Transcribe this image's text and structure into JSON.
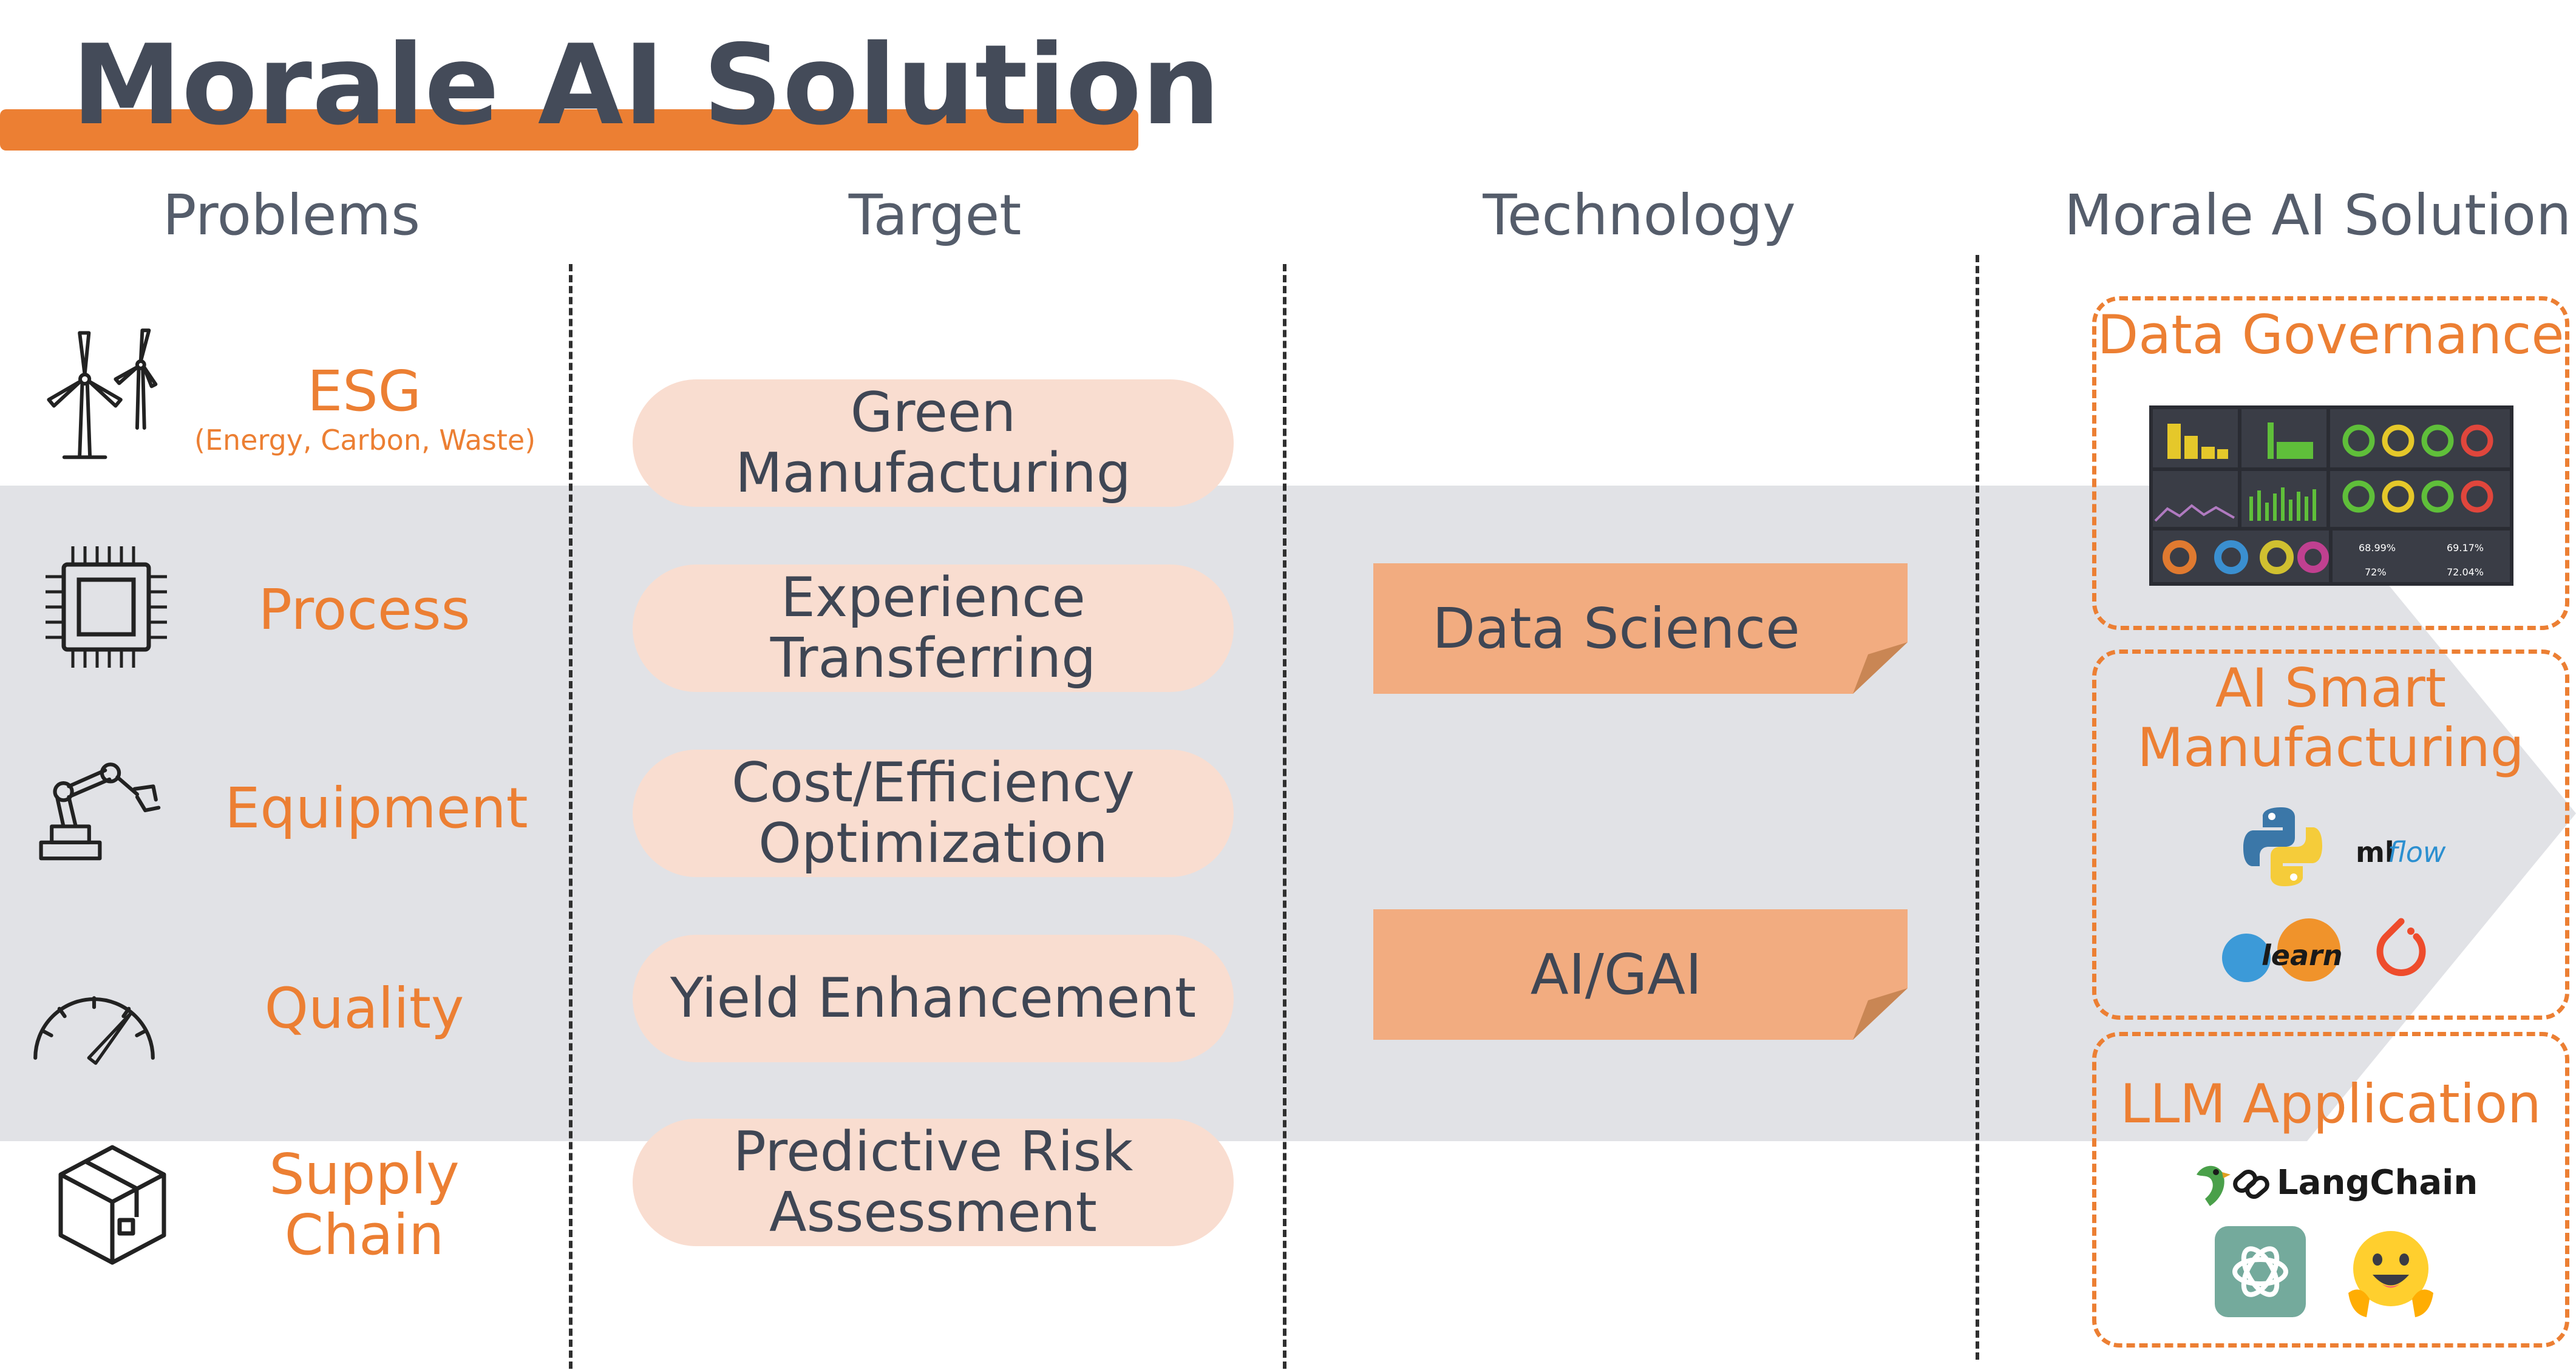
{
  "title": "Morale AI Solution",
  "headers": {
    "problems": "Problems",
    "target": "Target",
    "technology": "Technology",
    "solution": "Morale AI Solution"
  },
  "problems": [
    {
      "label": "ESG",
      "sub": "(Energy, Carbon, Waste)",
      "icon": "wind-turbine-icon"
    },
    {
      "label": "Process",
      "icon": "chip-icon"
    },
    {
      "label": "Equipment",
      "icon": "robot-arm-icon"
    },
    {
      "label": "Quality",
      "icon": "gauge-icon"
    },
    {
      "label_line1": "Supply",
      "label_line2": "Chain",
      "icon": "box-icon"
    }
  ],
  "targets": [
    {
      "line1": "Green",
      "line2": "Manufacturing"
    },
    {
      "line1": "Experience",
      "line2": "Transferring"
    },
    {
      "line1": "Cost/Efficiency",
      "line2": "Optimization"
    },
    {
      "line1": "Yield Enhancement"
    },
    {
      "line1": "Predictive Risk",
      "line2": "Assessment"
    }
  ],
  "technology": [
    "Data Science",
    "AI/GAI"
  ],
  "solutions": {
    "data_governance": {
      "title": "Data Governance",
      "dashboard": {
        "gauges_row1": [
          "",
          "",
          "",
          ""
        ],
        "stat1": "68.99%",
        "stat2": "69.17%",
        "stat3": "72%",
        "stat4": "72.04%"
      }
    },
    "ai_smart_manufacturing": {
      "title_line1": "AI Smart",
      "title_line2": "Manufacturing",
      "logos": {
        "python": "python-logo-icon",
        "mlflow_ml": "ml",
        "mlflow_flow": "flow",
        "sklearn": "learn",
        "pytorch": "pytorch-logo-icon"
      }
    },
    "llm_application": {
      "title": "LLM Application",
      "langchain": "LangChain",
      "openai": "openai-logo-icon",
      "huggingface": "huggingface-logo-icon"
    }
  },
  "colors": {
    "accent": "#ec7f33",
    "pill": "#f9ddd0",
    "note": "#f2ac80",
    "band": "#e1e2e6"
  }
}
